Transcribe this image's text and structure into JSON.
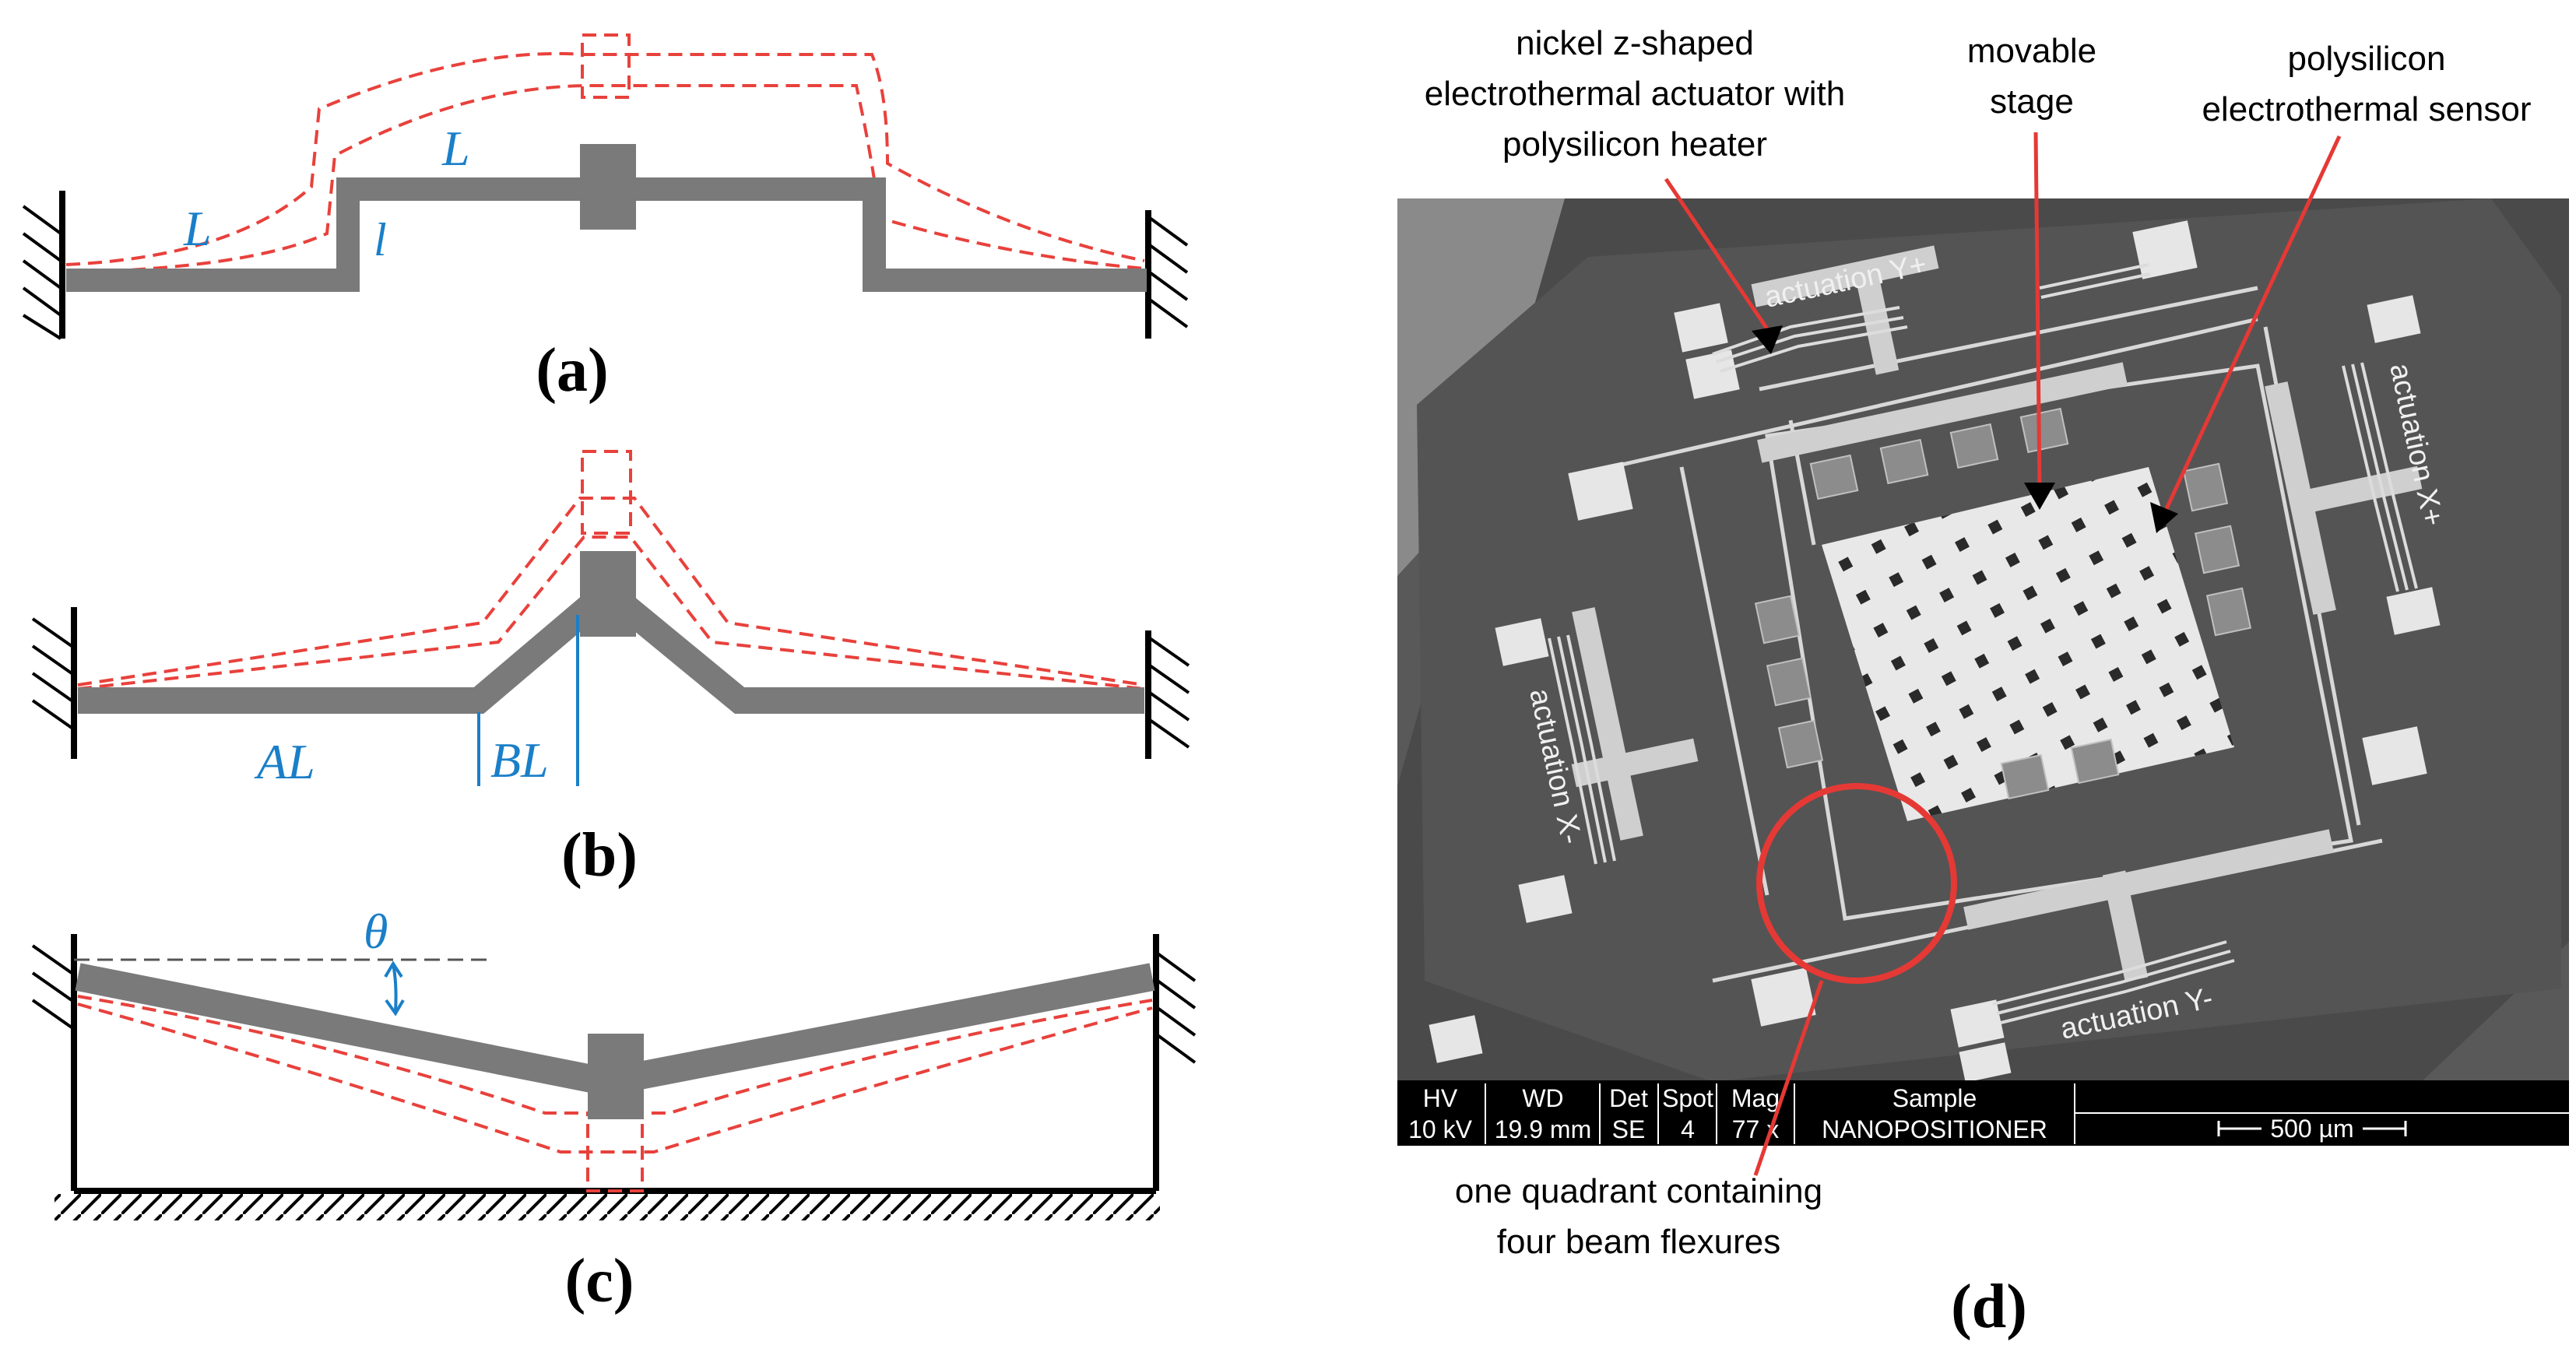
{
  "panel_a": {
    "caption": "(a)",
    "label_L_top": "L",
    "label_L_left": "L",
    "label_l": "l"
  },
  "panel_b": {
    "caption": "(b)",
    "label_AL": "AL",
    "label_BL": "BL"
  },
  "panel_c": {
    "caption": "(c)",
    "label_theta": "θ"
  },
  "panel_d": {
    "caption": "(d)",
    "callouts": {
      "actuator": [
        "nickel z-shaped",
        "electrothermal actuator with",
        "polysilicon heater"
      ],
      "stage": [
        "movable",
        "stage"
      ],
      "sensor": [
        "polysilicon",
        "electrothermal sensor"
      ],
      "quadrant": [
        "one quadrant containing",
        "four beam flexures"
      ]
    },
    "sem_labels": {
      "y_plus": "actuation Y+",
      "x_plus": "actuation X+",
      "x_minus": "actuation X-",
      "y_minus": "actuation Y-"
    },
    "info_bar": {
      "headers": [
        "HV",
        "WD",
        "Det",
        "Spot",
        "Mag",
        "Sample"
      ],
      "values": [
        "10 kV",
        "19.9 mm",
        "SE",
        "4",
        "77 x",
        "NANOPOSITIONER"
      ],
      "scale_label": "500 µm"
    }
  },
  "colors": {
    "beam": "#7a7a7a",
    "deformed": "#e8413c",
    "dimension": "#1a7fc8",
    "callout_line": "#e53935"
  }
}
